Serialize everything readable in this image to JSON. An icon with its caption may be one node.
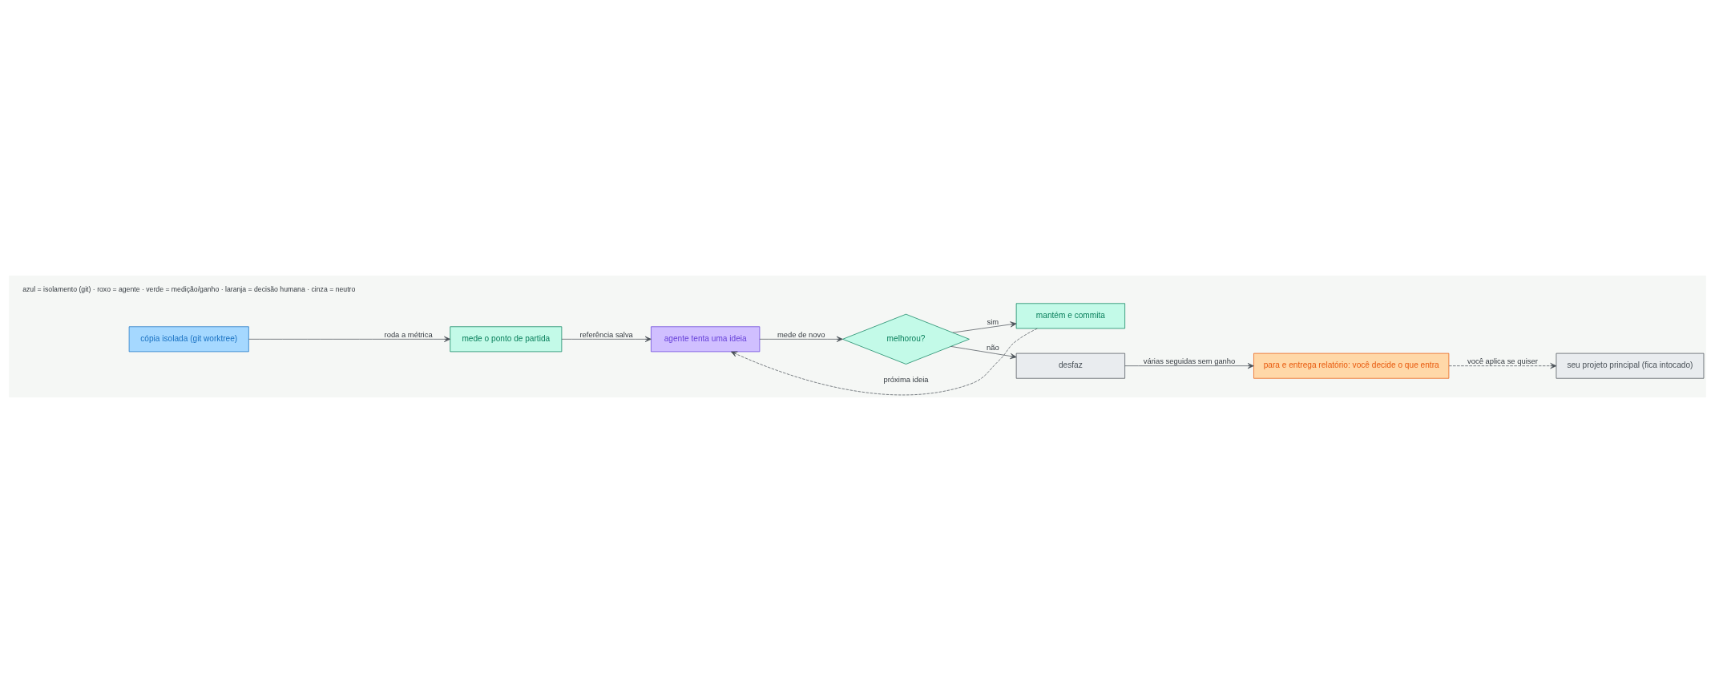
{
  "diagram": {
    "nodes": [
      {
        "text": [
          "cópia isolada (git worktree)"
        ]
      },
      {
        "text": [
          "mede o ponto de partida"
        ]
      },
      {
        "text": [
          "agente tenta uma ideia"
        ]
      },
      {
        "text": [
          "melhorou?"
        ]
      },
      {
        "text": [
          "mantém e commita"
        ]
      },
      {
        "text": [
          "desfaz"
        ]
      },
      {
        "text": [
          "para e entrega relatório: você decide o que entra"
        ]
      },
      {
        "text": [
          "seu projeto principal (fica intocado)"
        ]
      }
    ],
    "edges": [
      {
        "from": 0,
        "to": 1,
        "arrow": "to",
        "label": "roda a métrica"
      },
      {
        "from": 1,
        "to": 2,
        "arrow": "to",
        "label": "referência salva"
      },
      {
        "from": 2,
        "to": 3,
        "arrow": "to",
        "label": "mede de novo"
      },
      {
        "from": 3,
        "to": 4,
        "arrow": "to",
        "label": "sim"
      },
      {
        "from": 3,
        "to": 5,
        "arrow": "to",
        "label": "não"
      },
      {
        "from": 4,
        "to": 2,
        "arrow": "to",
        "label": "próxima ideia",
        "style": "dashed"
      },
      {
        "from": 5,
        "to": 6,
        "arrow": "to",
        "label": "várias seguidas sem ganho"
      },
      {
        "from": 6,
        "to": 7,
        "arrow": "to",
        "label": "você aplica se quiser",
        "style": "dashed"
      }
    ],
    "labels": [
      "azul = isolamento (git) · roxo = agente · verde = medição/ganho · laranja = decisão humana · cinza = neutro"
    ]
  }
}
